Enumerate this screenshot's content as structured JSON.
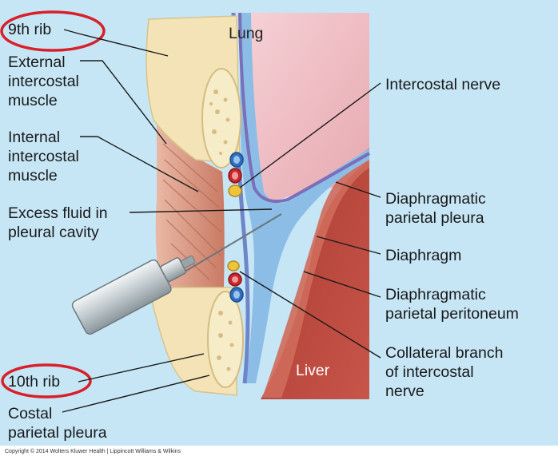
{
  "labels": {
    "rib9": "9th rib",
    "external": "External\nintercostal\nmuscle",
    "internal": "Internal\nintercostal\nmuscle",
    "fluid": "Excess fluid in\npleural cavity",
    "rib10": "10th rib",
    "costal": "Costal\nparietal pleura",
    "nerve": "Intercostal nerve",
    "diaph_pleura": "Diaphragmatic\nparietal pleura",
    "diaphragm": "Diaphragm",
    "diaph_perit": "Diaphragmatic\nparietal peritoneum",
    "collateral": "Collateral branch\nof intercostal\nnerve",
    "lung": "Lung",
    "liver": "Liver"
  },
  "copyright": "Copyright © 2014 Wolters Kluwer Health | Lippincott Williams & Wilkins",
  "colors": {
    "background": "#c6e6f6",
    "highlight_ring": "#d8202a",
    "lung": "#f0c3c8",
    "bone": "#f3e3b6",
    "pleura": "#8bbde6",
    "muscle": "#d99a85",
    "liver": "#b8453c"
  }
}
